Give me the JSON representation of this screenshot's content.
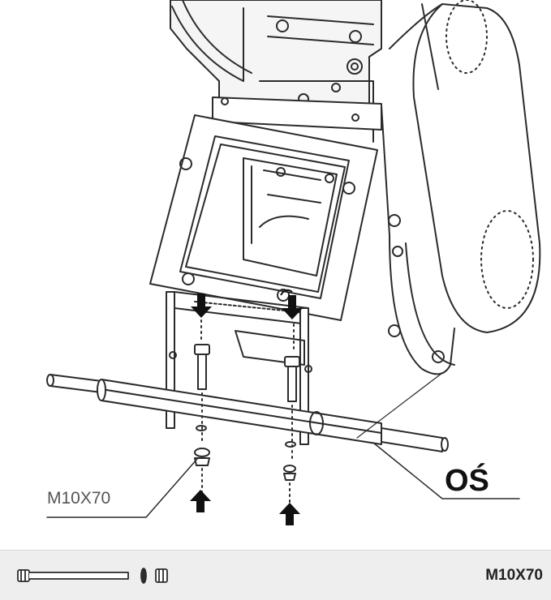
{
  "labels": {
    "bolt_callout": "M10X70",
    "axle_callout": "OŚ"
  },
  "parts_bar": {
    "bolt_size": "M10X70"
  },
  "colors": {
    "line": "#2b2b2b",
    "panel_bg": "#eeeeee",
    "label_gray": "#555555"
  }
}
